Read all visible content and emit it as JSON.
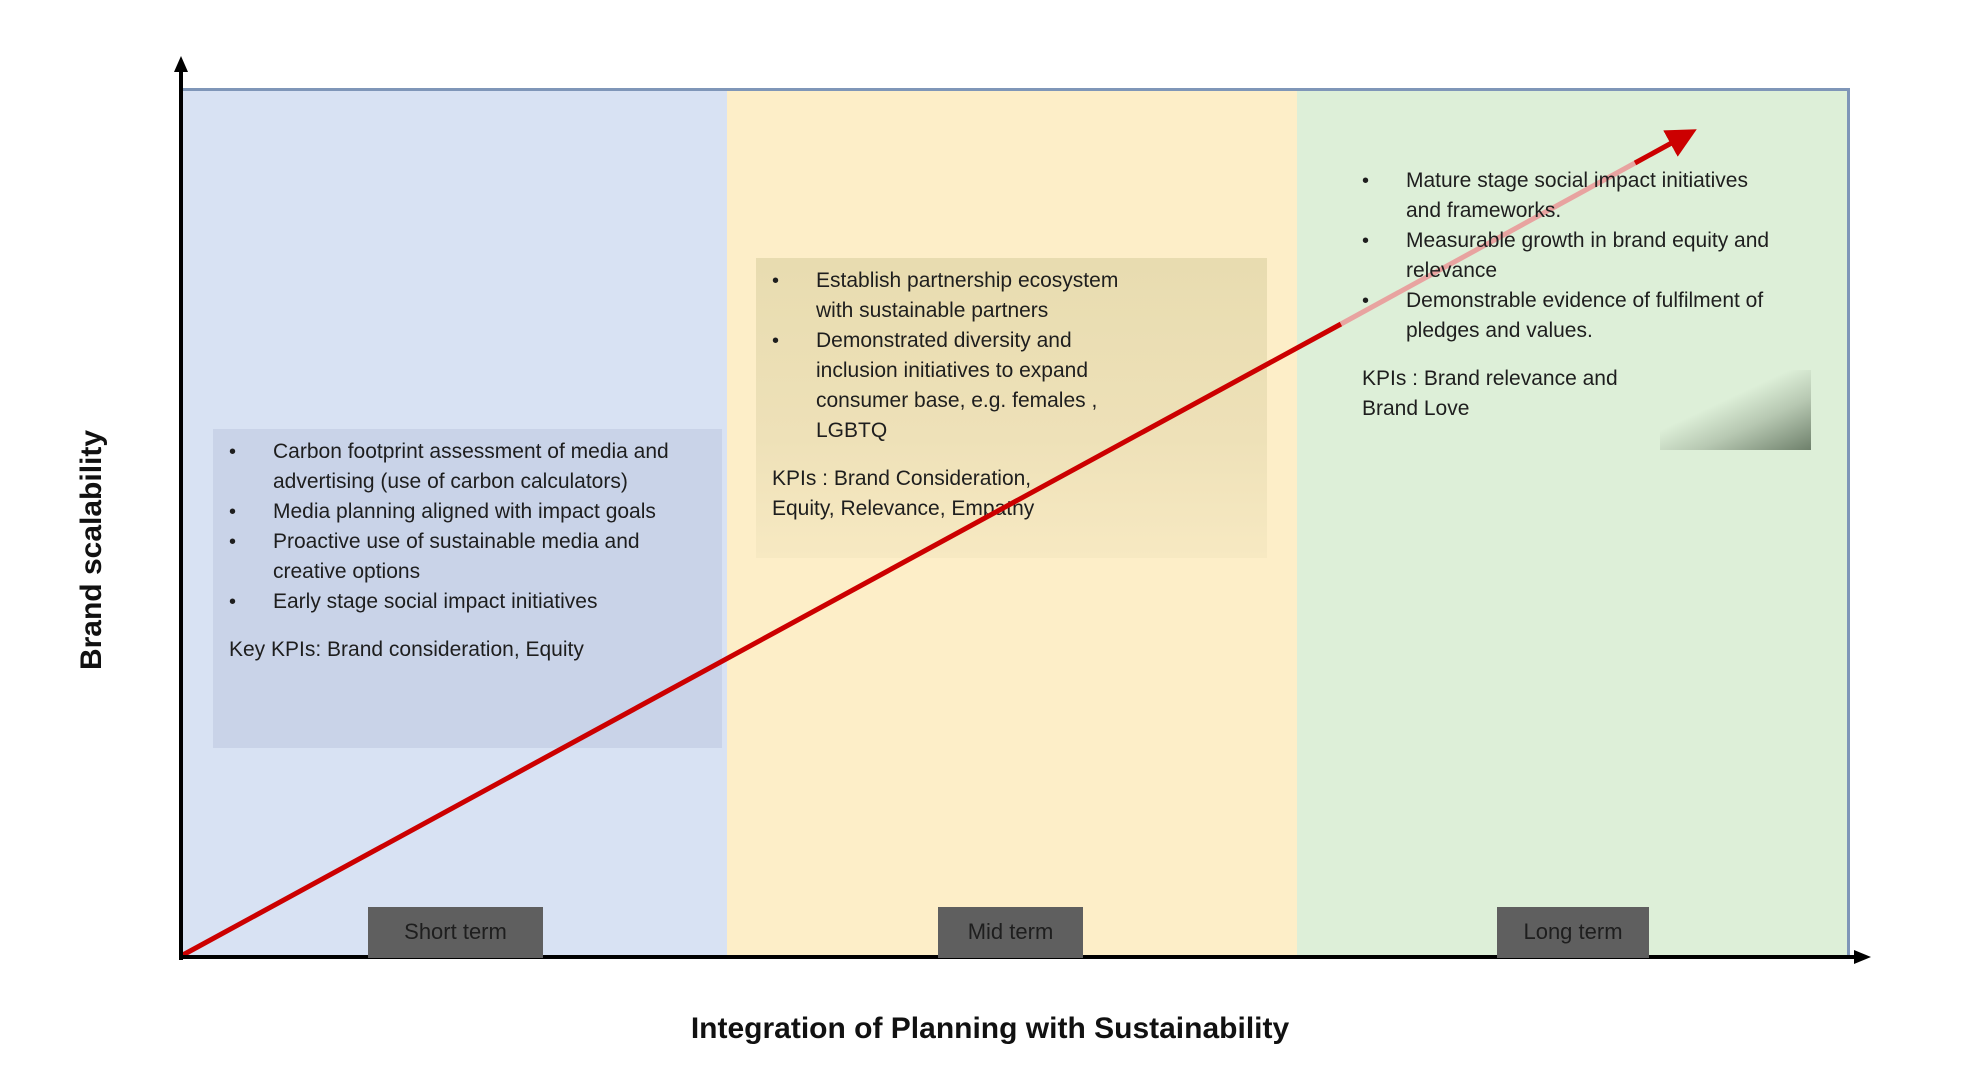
{
  "diagram": {
    "type": "staged-growth-diagram",
    "x_axis_title": "Integration of Planning with Sustainability",
    "y_axis_title": "Brand scalability",
    "colors": {
      "short_panel": "#d8e2f3",
      "mid_panel": "#fdeec8",
      "long_panel": "#ddefd8",
      "trend_arrow": "#cc0000",
      "stage_label_bg": "#5f5f5f",
      "panel_border": "#7f96b8"
    },
    "stages": [
      {
        "label": "Short term",
        "bullets": [
          "Carbon footprint assessment of media and advertising (use of carbon calculators)",
          "Media planning aligned with impact goals",
          "Proactive use of sustainable media and creative options",
          "Early stage social impact initiatives"
        ],
        "kpis": "Key KPIs: Brand consideration, Equity"
      },
      {
        "label": "Mid term",
        "bullets": [
          "Establish partnership ecosystem with sustainable partners",
          "Demonstrated diversity and inclusion initiatives to expand consumer base, e.g. females , LGBTQ"
        ],
        "kpis": "KPIs : Brand Consideration, Equity, Relevance, Empathy"
      },
      {
        "label": "Long term",
        "bullets": [
          "Mature stage social impact initiatives and frameworks.",
          "Measurable growth in brand equity and relevance",
          "Demonstrable evidence of fulfilment of pledges and values."
        ],
        "kpis": "KPIs : Brand relevance and Brand Love"
      }
    ]
  }
}
